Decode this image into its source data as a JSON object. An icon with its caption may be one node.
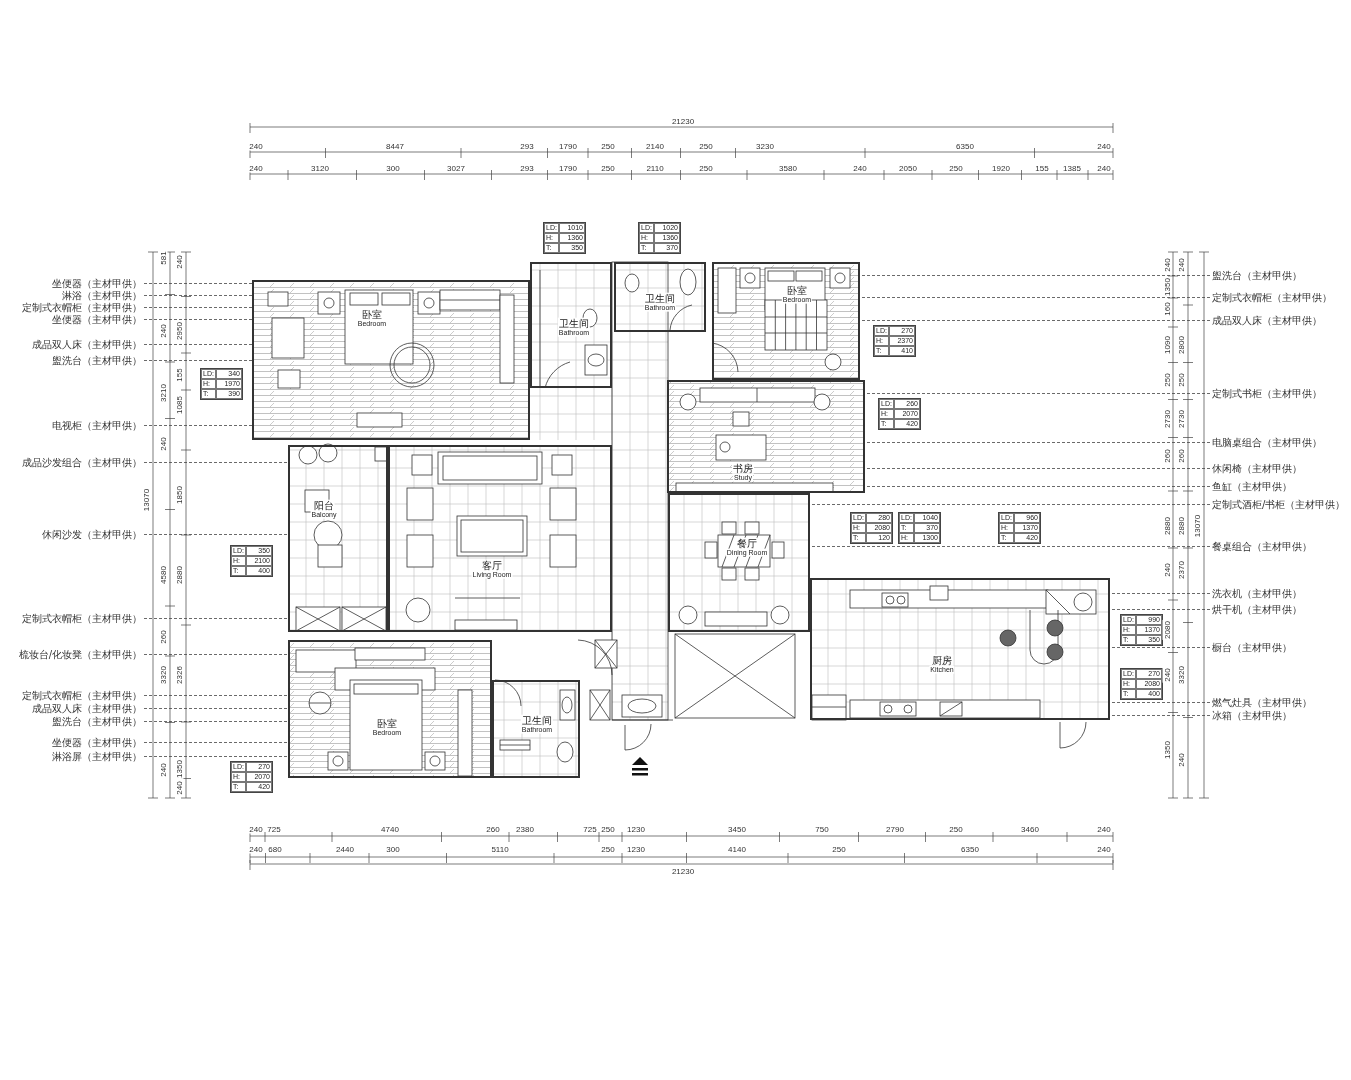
{
  "diagram": {
    "nodes": [
      {
        "text": [
          "卧室",
          "Bedroom"
        ]
      },
      {
        "text": [
          "卫生间",
          "Bathroom"
        ]
      },
      {
        "text": [
          "卫生间",
          "Bathroom"
        ]
      },
      {
        "text": [
          "卧室",
          "Bedroom"
        ]
      },
      {
        "text": [
          "书房",
          "Study"
        ]
      },
      {
        "text": [
          "阳台",
          "Balcony"
        ]
      },
      {
        "text": [
          "客厅",
          "Living Room"
        ]
      },
      {
        "text": [
          "餐厅",
          "Dining Room"
        ]
      },
      {
        "text": [
          "厨房",
          "Kitchen"
        ]
      },
      {
        "text": [
          "卧室",
          "Bedroom"
        ]
      },
      {
        "text": [
          "卫生间",
          "Bathroom"
        ]
      },
      {
        "text": [
          "坐便器（主材甲供）"
        ]
      },
      {
        "text": [
          "淋浴（主材甲供）"
        ]
      },
      {
        "text": [
          "定制式衣帽柜（主材甲供）"
        ]
      },
      {
        "text": [
          "坐便器（主材甲供）"
        ]
      },
      {
        "text": [
          "成品双人床（主材甲供）"
        ]
      },
      {
        "text": [
          "盥洗台（主材甲供）"
        ]
      },
      {
        "text": [
          "电视柜（主材甲供）"
        ]
      },
      {
        "text": [
          "成品沙发组合（主材甲供）"
        ]
      },
      {
        "text": [
          "休闲沙发（主材甲供）"
        ]
      },
      {
        "text": [
          "定制式衣帽柜（主材甲供）"
        ]
      },
      {
        "text": [
          "梳妆台/化妆凳（主材甲供）"
        ]
      },
      {
        "text": [
          "定制式衣帽柜（主材甲供）"
        ]
      },
      {
        "text": [
          "成品双人床（主材甲供）"
        ]
      },
      {
        "text": [
          "盥洗台（主材甲供）"
        ]
      },
      {
        "text": [
          "坐便器（主材甲供）"
        ]
      },
      {
        "text": [
          "淋浴屏（主材甲供）"
        ]
      },
      {
        "text": [
          "盥洗台（主材甲供）"
        ]
      },
      {
        "text": [
          "定制式衣帽柜（主材甲供）"
        ]
      },
      {
        "text": [
          "成品双人床（主材甲供）"
        ]
      },
      {
        "text": [
          "定制式书柜（主材甲供）"
        ]
      },
      {
        "text": [
          "电脑桌组合（主材甲供）"
        ]
      },
      {
        "text": [
          "休闲椅（主材甲供）"
        ]
      },
      {
        "text": [
          "鱼缸（主材甲供）"
        ]
      },
      {
        "text": [
          "定制式酒柜/书柜（主材甲供）"
        ]
      },
      {
        "text": [
          "餐桌组合（主材甲供）"
        ]
      },
      {
        "text": [
          "洗衣机（主材甲供）"
        ]
      },
      {
        "text": [
          "烘干机（主材甲供）"
        ]
      },
      {
        "text": [
          "橱台（主材甲供）"
        ]
      },
      {
        "text": [
          "燃气灶具（主材甲供）"
        ]
      },
      {
        "text": [
          "冰箱（主材甲供）"
        ]
      }
    ],
    "edges": [
      {
        "from": 11,
        "to": 0,
        "arrow": "none",
        "style": "dashed"
      },
      {
        "from": 12,
        "to": 0,
        "arrow": "none",
        "style": "dashed"
      },
      {
        "from": 13,
        "to": 0,
        "arrow": "none",
        "style": "dashed"
      },
      {
        "from": 14,
        "to": 0,
        "arrow": "none",
        "style": "dashed"
      },
      {
        "from": 15,
        "to": 0,
        "arrow": "none",
        "style": "dashed"
      },
      {
        "from": 16,
        "to": 0,
        "arrow": "none",
        "style": "dashed"
      },
      {
        "from": 17,
        "to": 0,
        "arrow": "none",
        "style": "dashed"
      },
      {
        "from": 18,
        "to": 5,
        "arrow": "none",
        "style": "dashed"
      },
      {
        "from": 19,
        "to": 5,
        "arrow": "none",
        "style": "dashed"
      },
      {
        "from": 20,
        "to": 5,
        "arrow": "none",
        "style": "dashed"
      },
      {
        "from": 21,
        "to": 9,
        "arrow": "none",
        "style": "dashed"
      },
      {
        "from": 22,
        "to": 9,
        "arrow": "none",
        "style": "dashed"
      },
      {
        "from": 23,
        "to": 9,
        "arrow": "none",
        "style": "dashed"
      },
      {
        "from": 24,
        "to": 9,
        "arrow": "none",
        "style": "dashed"
      },
      {
        "from": 25,
        "to": 9,
        "arrow": "none",
        "style": "dashed"
      },
      {
        "from": 26,
        "to": 9,
        "arrow": "none",
        "style": "dashed"
      },
      {
        "from": 27,
        "to": 3,
        "arrow": "none",
        "style": "dashed"
      },
      {
        "from": 28,
        "to": 3,
        "arrow": "none",
        "style": "dashed"
      },
      {
        "from": 29,
        "to": 3,
        "arrow": "none",
        "style": "dashed"
      },
      {
        "from": 30,
        "to": 4,
        "arrow": "none",
        "style": "dashed"
      },
      {
        "from": 31,
        "to": 4,
        "arrow": "none",
        "style": "dashed"
      },
      {
        "from": 32,
        "to": 4,
        "arrow": "none",
        "style": "dashed"
      },
      {
        "from": 33,
        "to": 4,
        "arrow": "none",
        "style": "dashed"
      },
      {
        "from": 34,
        "to": 7,
        "arrow": "none",
        "style": "dashed"
      },
      {
        "from": 35,
        "to": 7,
        "arrow": "none",
        "style": "dashed"
      },
      {
        "from": 36,
        "to": 8,
        "arrow": "none",
        "style": "dashed"
      },
      {
        "from": 37,
        "to": 8,
        "arrow": "none",
        "style": "dashed"
      },
      {
        "from": 38,
        "to": 8,
        "arrow": "none",
        "style": "dashed"
      },
      {
        "from": 39,
        "to": 8,
        "arrow": "none",
        "style": "dashed"
      },
      {
        "from": 40,
        "to": 8,
        "arrow": "none",
        "style": "dashed"
      }
    ],
    "labels": [
      "21230",
      "240",
      "8447",
      "293",
      "1790",
      "250",
      "2140",
      "250",
      "3230",
      "6350",
      "240",
      "240",
      "3120",
      "300",
      "3027",
      "293",
      "1790",
      "250",
      "2110",
      "250",
      "3580",
      "240",
      "2050",
      "250",
      "1920",
      "155",
      "1385",
      "240",
      "LD:",
      "1010",
      "H:",
      "1360",
      "T:",
      "350",
      "LD:",
      "1020",
      "H:",
      "1360",
      "T:",
      "370",
      "LD:",
      "340",
      "H:",
      "1970",
      "T:",
      "390",
      "LD:",
      "270",
      "H:",
      "2370",
      "T:",
      "410",
      "LD:",
      "260",
      "H:",
      "2070",
      "T:",
      "420",
      "LD:",
      "350",
      "H:",
      "2100",
      "T:",
      "400",
      "LD:",
      "280",
      "H:",
      "2080",
      "T:",
      "120",
      "LD:",
      "1040",
      "T:",
      "370",
      "H:",
      "1300",
      "LD:",
      "960",
      "H:",
      "1370",
      "T:",
      "420",
      "LD:",
      "990",
      "H:",
      "1370",
      "T:",
      "350",
      "LD:",
      "270",
      "H:",
      "2080",
      "T:",
      "400",
      "LD:",
      "270",
      "H:",
      "2070",
      "T:",
      "420",
      "13070",
      "581",
      "240",
      "3210",
      "240",
      "4580",
      "260",
      "3320",
      "240",
      "240",
      "2950",
      "155",
      "1085",
      "1850",
      "2880",
      "2326",
      "1350",
      "240",
      "240",
      "1350",
      "160",
      "1090",
      "250",
      "2730",
      "260",
      "2880",
      "240",
      "2080",
      "240",
      "1350",
      "240",
      "2800",
      "250",
      "2730",
      "260",
      "2880",
      "2370",
      "3320",
      "240",
      "13070",
      "240",
      "725",
      "4740",
      "260",
      "2380",
      "725",
      "250",
      "1230",
      "3450",
      "750",
      "2790",
      "250",
      "3460",
      "240",
      "240",
      "680",
      "2440",
      "300",
      "5110",
      "250",
      "1230",
      "4140",
      "250",
      "6350",
      "240",
      "21230"
    ]
  }
}
